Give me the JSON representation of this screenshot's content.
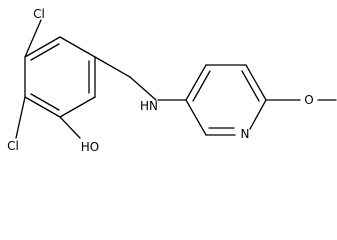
{
  "molecule": {
    "atoms": {
      "cl_top": "Cl",
      "cl_bottom": "Cl",
      "hydroxyl": "HO",
      "amine": "HN",
      "pyridine_n": "N",
      "methoxy_o": "O"
    }
  }
}
